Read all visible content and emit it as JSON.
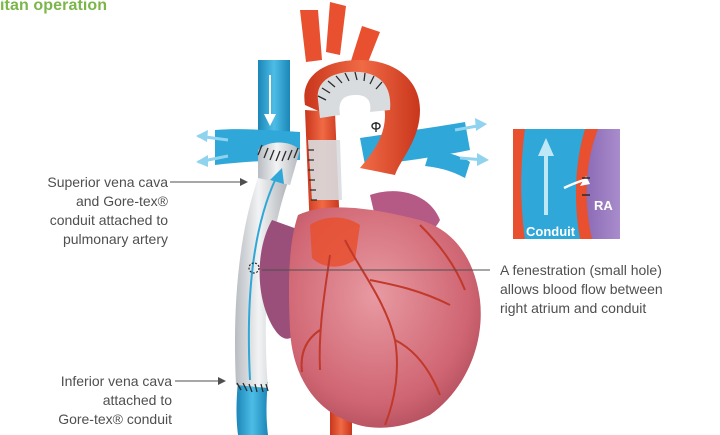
{
  "title": "itan operation",
  "colors": {
    "title_green": "#7ab648",
    "vein_blue": "#2fa7d8",
    "vein_blue_light": "#8fd3ef",
    "artery_red": "#e8502f",
    "conduit_gray": "#d9dcdf",
    "heart_pink": "#d97480",
    "atrium_purple": "#9a7cc0",
    "suture_dark": "#2b2b2b"
  },
  "labels": {
    "svc": [
      "Superior vena cava",
      "and Gore-tex®",
      "conduit attached to",
      "pulmonary artery"
    ],
    "ivc": [
      "Inferior vena cava",
      "attached to",
      "Gore-tex® conduit"
    ],
    "fenestration": [
      "A fenestration (small hole)",
      "allows blood flow between",
      "right atrium and conduit"
    ]
  },
  "inset": {
    "conduit_label": "Conduit",
    "ra_label": "RA"
  }
}
